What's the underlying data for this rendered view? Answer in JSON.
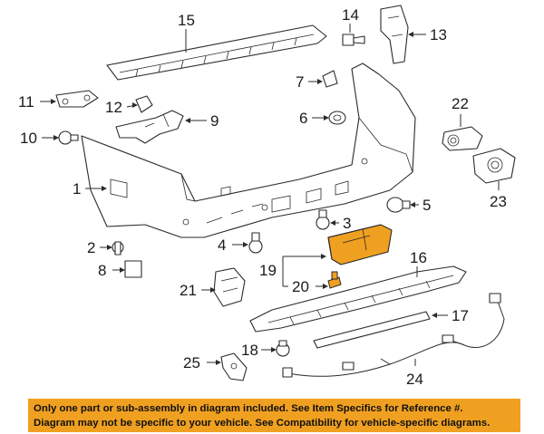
{
  "labels": {
    "n1": "1",
    "n2": "2",
    "n3": "3",
    "n4": "4",
    "n5": "5",
    "n6": "6",
    "n7": "7",
    "n8": "8",
    "n9": "9",
    "n10": "10",
    "n11": "11",
    "n12": "12",
    "n13": "13",
    "n14": "14",
    "n15": "15",
    "n16": "16",
    "n17": "17",
    "n18": "18",
    "n19": "19",
    "n20": "20",
    "n21": "21",
    "n22": "22",
    "n23": "23",
    "n24": "24",
    "n25": "25"
  },
  "footer": {
    "line1": "Only one part or sub-assembly in diagram included. See Item Specifics for Reference #.",
    "line2": "Diagram may not be specific to your vehicle. See Compatibility for vehicle-specific diagrams."
  },
  "colors": {
    "highlight": "#f0a020",
    "footer_bg": "#f0a020",
    "line": "#2b2b2b"
  }
}
